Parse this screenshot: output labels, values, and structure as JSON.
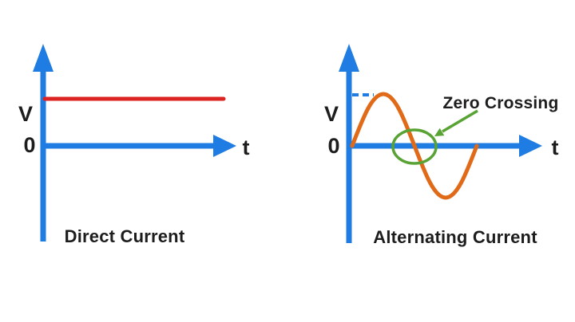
{
  "figure": {
    "description": "Comparison diagram of Direct Current vs Alternating Current voltage over time"
  },
  "colors": {
    "axis_blue": "#1e7ce2",
    "dc_line_red": "#dd2222",
    "ac_wave_orange": "#e06a18",
    "annotation_green": "#58a334",
    "text_black": "#1d1d1d",
    "background": "#ffffff"
  },
  "panels": {
    "dc": {
      "caption": "Direct Current",
      "y_axis_label": "V",
      "origin_label": "0",
      "x_axis_label": "t"
    },
    "ac": {
      "caption": "Alternating Current",
      "y_axis_label": "V",
      "origin_label": "0",
      "x_axis_label": "t",
      "annotation": "Zero Crossing"
    }
  },
  "chart_data": [
    {
      "type": "line",
      "title": "Direct Current",
      "xlabel": "t",
      "ylabel": "V",
      "y_ticks": [
        "V",
        "0"
      ],
      "series": [
        {
          "name": "DC voltage",
          "shape": "constant",
          "level": "V"
        }
      ],
      "annotations": [],
      "grid": false,
      "legend": false
    },
    {
      "type": "line",
      "title": "Alternating Current",
      "xlabel": "t",
      "ylabel": "V",
      "y_ticks": [
        "V",
        "0"
      ],
      "series": [
        {
          "name": "AC voltage",
          "shape": "sine",
          "peak_amplitude": "V",
          "cycles_shown": 1,
          "starts_at": 0
        }
      ],
      "annotations": [
        "Zero Crossing"
      ],
      "peak_reference_line": "dashed from V axis to first peak",
      "grid": false,
      "legend": false
    }
  ]
}
